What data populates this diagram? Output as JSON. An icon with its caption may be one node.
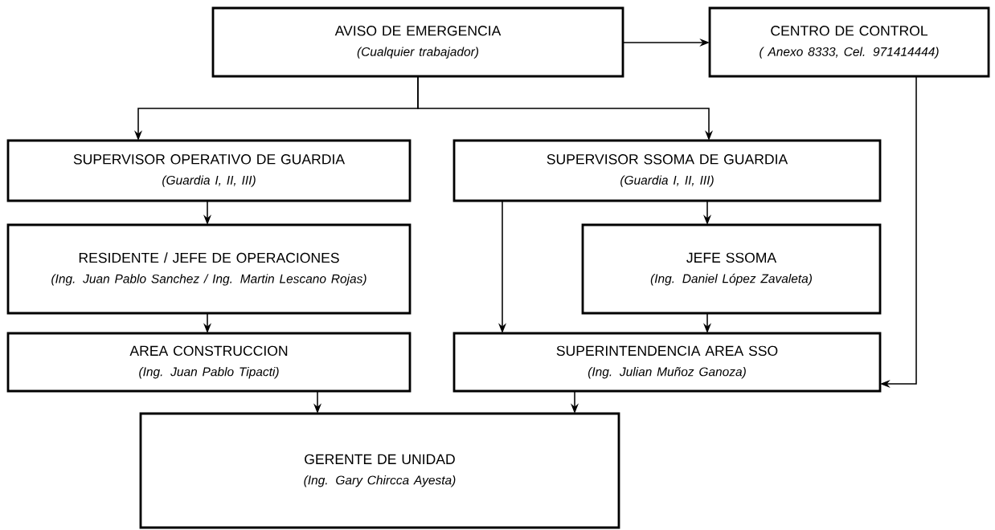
{
  "diagram": {
    "nodes": [
      {
        "text": [
          "AVISO DE EMERGENCIA",
          "(Cualquier trabajador)"
        ]
      },
      {
        "text": [
          "CENTRO DE CONTROL",
          "( Anexo 8333, Cel. 971414444)"
        ]
      },
      {
        "text": [
          "SUPERVISOR OPERATIVO DE GUARDIA",
          "(Guardia I, II, III)"
        ]
      },
      {
        "text": [
          "SUPERVISOR SSOMA DE GUARDIA",
          "(Guardia I, II, III)"
        ]
      },
      {
        "text": [
          "RESIDENTE / JEFE DE OPERACIONES",
          "(Ing. Juan Pablo Sanchez / Ing. Martin Lescano Rojas)"
        ]
      },
      {
        "text": [
          "JEFE SSOMA",
          "(Ing. Daniel López Zavaleta)"
        ]
      },
      {
        "text": [
          "AREA CONSTRUCCION",
          "(Ing. Juan Pablo Tipacti)"
        ]
      },
      {
        "text": [
          "SUPERINTENDENCIA AREA SSO",
          "(Ing. Julian Muñoz Ganoza)"
        ]
      },
      {
        "text": [
          "GERENTE DE UNIDAD",
          "(Ing. Gary Chircca Ayesta)"
        ]
      }
    ],
    "edges": [
      {
        "from": 0,
        "to": 1,
        "arrow": "to"
      },
      {
        "from": 0,
        "to": 2,
        "arrow": "to"
      },
      {
        "from": 0,
        "to": 3,
        "arrow": "to"
      },
      {
        "from": 2,
        "to": 4,
        "arrow": "to"
      },
      {
        "from": 3,
        "to": 5,
        "arrow": "to"
      },
      {
        "from": 3,
        "to": 7,
        "arrow": "to"
      },
      {
        "from": 1,
        "to": 7,
        "arrow": "to"
      },
      {
        "from": 4,
        "to": 6,
        "arrow": "to"
      },
      {
        "from": 5,
        "to": 7,
        "arrow": "to"
      },
      {
        "from": 6,
        "to": 8,
        "arrow": "to"
      },
      {
        "from": 7,
        "to": 8,
        "arrow": "to"
      }
    ]
  }
}
